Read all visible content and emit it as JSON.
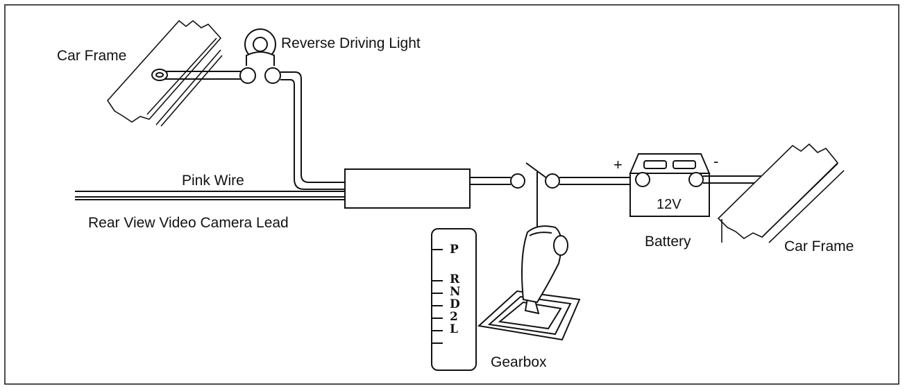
{
  "labels": {
    "car_frame_left": "Car Frame",
    "reverse_light": "Reverse Driving Light",
    "pink_wire": "Pink Wire",
    "camera_lead": "Rear View Video Camera Lead",
    "gearbox": "Gearbox",
    "battery": "Battery",
    "battery_voltage": "12V",
    "car_frame_right": "Car Frame",
    "positive": "+",
    "negative": "-"
  },
  "gear_positions": [
    "P",
    "R",
    "N",
    "D",
    "2",
    "L"
  ],
  "colors": {
    "line": "#111111",
    "background": "#ffffff"
  }
}
